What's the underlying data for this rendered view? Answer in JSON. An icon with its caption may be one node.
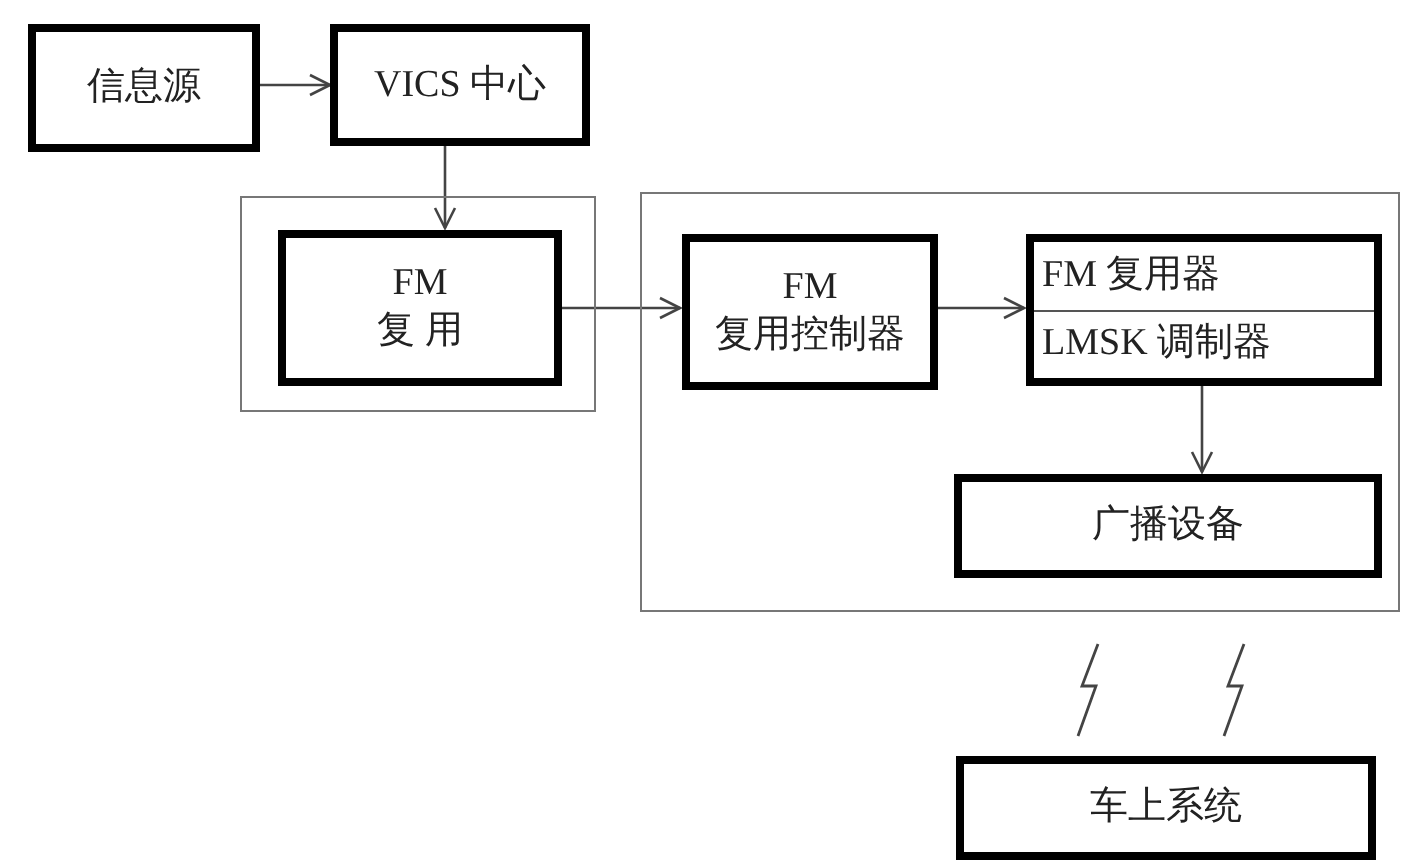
{
  "diagram": {
    "nodes": [
      {
        "text": [
          "信息源"
        ]
      },
      {
        "text": [
          "VICS 中心"
        ]
      },
      {
        "text": [],
        "shape": "box"
      },
      {
        "text": [
          "FM 复 用"
        ],
        "in": 2
      },
      {
        "text": [],
        "shape": "box"
      },
      {
        "text": [
          "FM 复用控制器"
        ],
        "in": 4
      },
      {
        "text": [
          "FM 复用器",
          "LMSK 调制器"
        ],
        "in": 4
      },
      {
        "text": [
          "广播设备"
        ],
        "in": 4
      },
      {
        "text": [
          "车上系统"
        ]
      }
    ],
    "edges": [
      {
        "from": 0,
        "to": 1,
        "arrow": "to"
      },
      {
        "from": 1,
        "to": 3,
        "arrow": "to"
      },
      {
        "from": 3,
        "to": 5,
        "arrow": "to"
      },
      {
        "from": 5,
        "to": 6,
        "arrow": "to"
      },
      {
        "from": 6,
        "to": 7,
        "arrow": "to"
      }
    ]
  }
}
